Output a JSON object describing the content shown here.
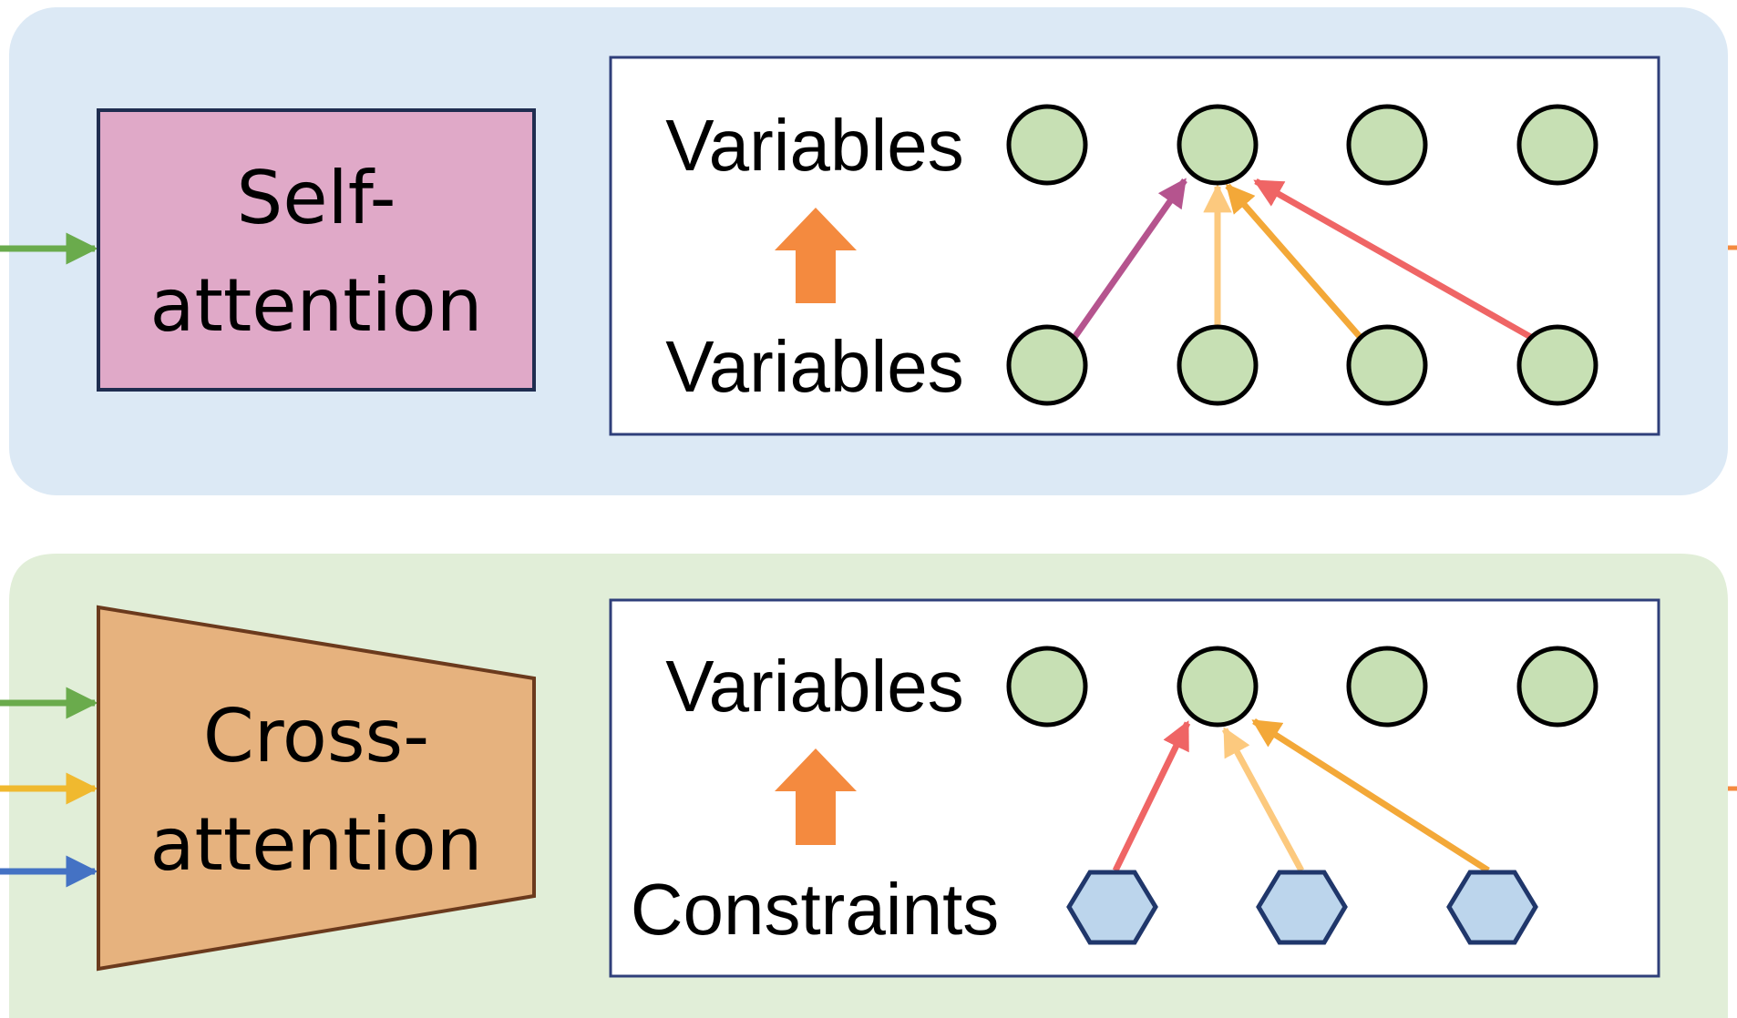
{
  "colors": {
    "top_panel_bg": "#dce9f5",
    "bottom_panel_bg": "#e1eed8",
    "self_attention_fill": "#e0a9c8",
    "cross_attention_fill": "#e6b27e",
    "variable_node_fill": "#c7e0b4",
    "constraint_node_fill": "#bcd5ec",
    "up_arrow": "#f48a3f",
    "input_green": "#6aab4c",
    "input_yellow": "#f0b92f",
    "input_blue": "#4472c4",
    "edge_purple": "#b5548e",
    "edge_light_orange": "#fcc97e",
    "edge_orange": "#f3a838",
    "edge_red": "#ef6565"
  },
  "top_panel": {
    "block_label_line1": "Self-",
    "block_label_line2": "attention",
    "upper_row_label": "Variables",
    "lower_row_label": "Variables"
  },
  "bottom_panel": {
    "block_label_line1": "Cross-",
    "block_label_line2": "attention",
    "upper_row_label": "Variables",
    "lower_row_label": "Constraints"
  }
}
